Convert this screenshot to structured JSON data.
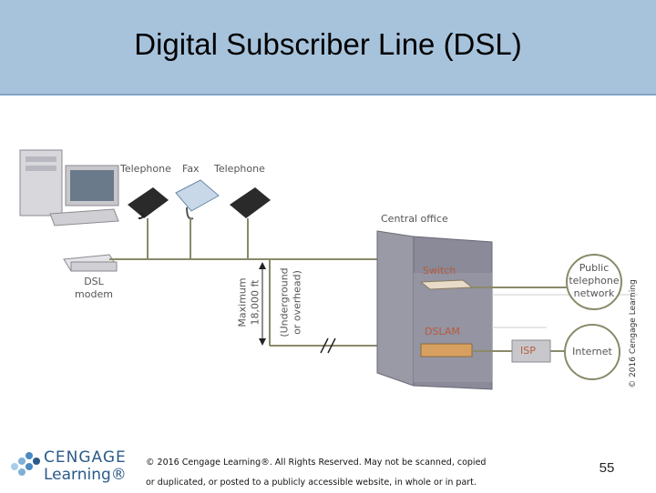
{
  "slide": {
    "title": "Digital Subscriber Line (DSL)",
    "page_number": "55"
  },
  "diagram": {
    "labels": {
      "telephone_1": "Telephone",
      "fax": "Fax",
      "telephone_2": "Telephone",
      "dsl_modem_line1": "DSL",
      "dsl_modem_line2": "modem",
      "central_office": "Central office",
      "switch": "Switch",
      "dslam": "DSLAM",
      "isp": "ISP",
      "ptn_line1": "Public",
      "ptn_line2": "telephone",
      "ptn_line3": "network",
      "internet": "Internet",
      "max_distance_line1": "Maximum",
      "max_distance_line2": "18,000 ft",
      "underground_line1": "(Underground",
      "underground_line2": "or overhead)"
    },
    "copyright_vertical": "© 2016 Cengage Learning",
    "colors": {
      "line": "#8a8a6a",
      "building": "#8e8e9a",
      "red_label": "#b85a3a"
    }
  },
  "footer": {
    "copyright_line1": "© 2016 Cengage Learning®. All Rights Reserved. May not be scanned, copied",
    "copyright_line2": "or duplicated, or posted to a publicly accessible website, in whole or in part.",
    "logo_top": "CENGAGE",
    "logo_bottom": "Learning®"
  }
}
